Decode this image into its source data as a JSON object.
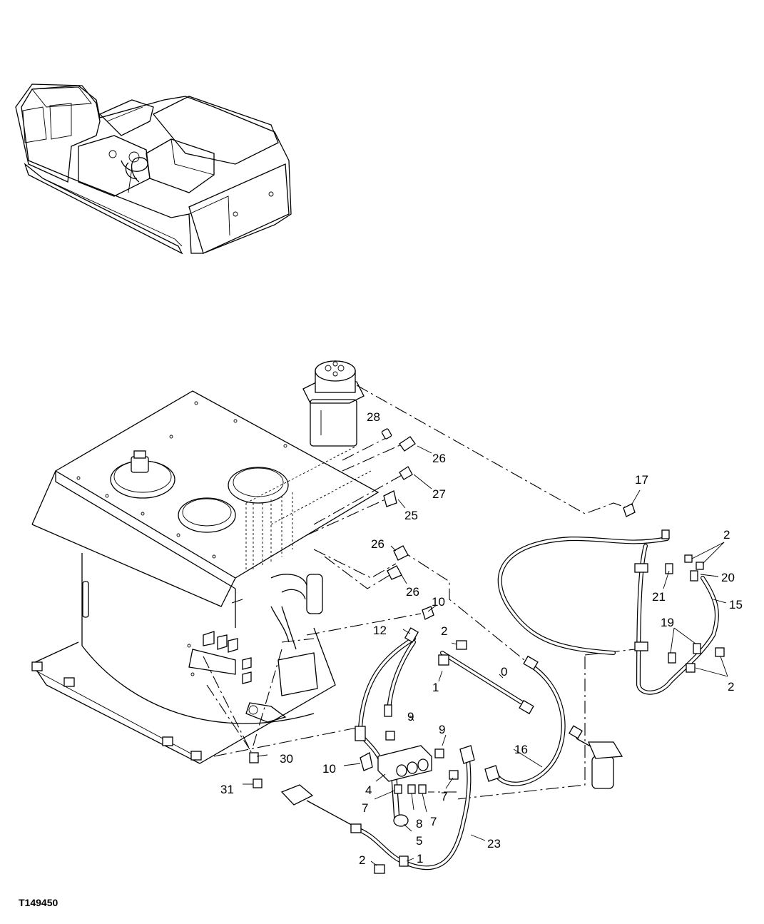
{
  "figure_id": "T149450",
  "callouts": [
    {
      "text": "28"
    },
    {
      "text": "26"
    },
    {
      "text": "27"
    },
    {
      "text": "25"
    },
    {
      "text": "26"
    },
    {
      "text": "26"
    },
    {
      "text": "10"
    },
    {
      "text": "12"
    },
    {
      "text": "2"
    },
    {
      "text": "0"
    },
    {
      "text": "1"
    },
    {
      "text": "9"
    },
    {
      "text": "9"
    },
    {
      "text": "16"
    },
    {
      "text": "10"
    },
    {
      "text": "30"
    },
    {
      "text": "31"
    },
    {
      "text": "4"
    },
    {
      "text": "7"
    },
    {
      "text": "8"
    },
    {
      "text": "7"
    },
    {
      "text": "7"
    },
    {
      "text": "5"
    },
    {
      "text": "23"
    },
    {
      "text": "2"
    },
    {
      "text": "1"
    },
    {
      "text": "17"
    },
    {
      "text": "2"
    },
    {
      "text": "20"
    },
    {
      "text": "21"
    },
    {
      "text": "15"
    },
    {
      "text": "19"
    },
    {
      "text": "2"
    }
  ]
}
